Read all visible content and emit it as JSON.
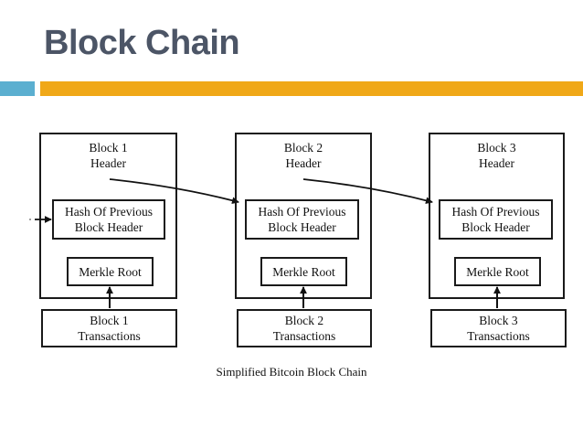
{
  "slide": {
    "title": "Block Chain",
    "accent_teal_color": "#5bafd0",
    "accent_orange_color": "#f0a818",
    "title_color": "#4c5566"
  },
  "diagram": {
    "caption": "Simplified Bitcoin Block Chain",
    "blocks": [
      {
        "header_line1": "Block 1",
        "header_line2": "Header",
        "hash_line1": "Hash Of Previous",
        "hash_line2": "Block Header",
        "merkle": "Merkle Root",
        "tx_line1": "Block 1",
        "tx_line2": "Transactions"
      },
      {
        "header_line1": "Block 2",
        "header_line2": "Header",
        "hash_line1": "Hash Of Previous",
        "hash_line2": "Block Header",
        "merkle": "Merkle Root",
        "tx_line1": "Block 2",
        "tx_line2": "Transactions"
      },
      {
        "header_line1": "Block 3",
        "header_line2": "Header",
        "hash_line1": "Hash Of Previous",
        "hash_line2": "Block Header",
        "merkle": "Merkle Root",
        "tx_line1": "Block 3",
        "tx_line2": "Transactions"
      }
    ]
  }
}
